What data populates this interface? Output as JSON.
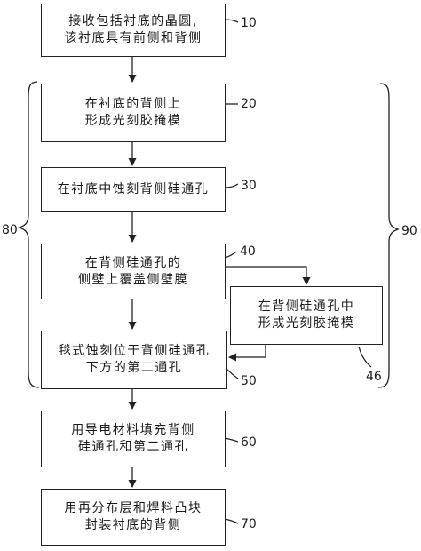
{
  "steps": [
    {
      "id": "10",
      "lines": [
        "接收包括衬底的晶圆,",
        "该衬底具有前侧和背侧"
      ]
    },
    {
      "id": "20",
      "lines": [
        "在衬底的背侧上",
        "形成光刻胶掩模"
      ]
    },
    {
      "id": "30",
      "lines": [
        "在衬底中蚀刻背侧硅通孔"
      ]
    },
    {
      "id": "40",
      "lines": [
        "在背侧硅通孔的",
        "侧壁上覆盖侧壁膜"
      ]
    },
    {
      "id": "46",
      "lines": [
        "在背侧硅通孔中",
        "形成光刻胶掩模"
      ]
    },
    {
      "id": "50",
      "lines": [
        "毯式蚀刻位于背侧硅通孔",
        "下方的第二通孔"
      ]
    },
    {
      "id": "60",
      "lines": [
        "用导电材料填充背侧",
        "硅通孔和第二通孔"
      ]
    },
    {
      "id": "70",
      "lines": [
        "用再分布层和焊料凸块",
        "封装衬底的背侧"
      ]
    }
  ],
  "refs": {
    "r10": "10",
    "r20": "20",
    "r30": "30",
    "r40": "40",
    "r46": "46",
    "r50": "50",
    "r60": "60",
    "r70": "70",
    "r80": "80",
    "r90": "90"
  }
}
